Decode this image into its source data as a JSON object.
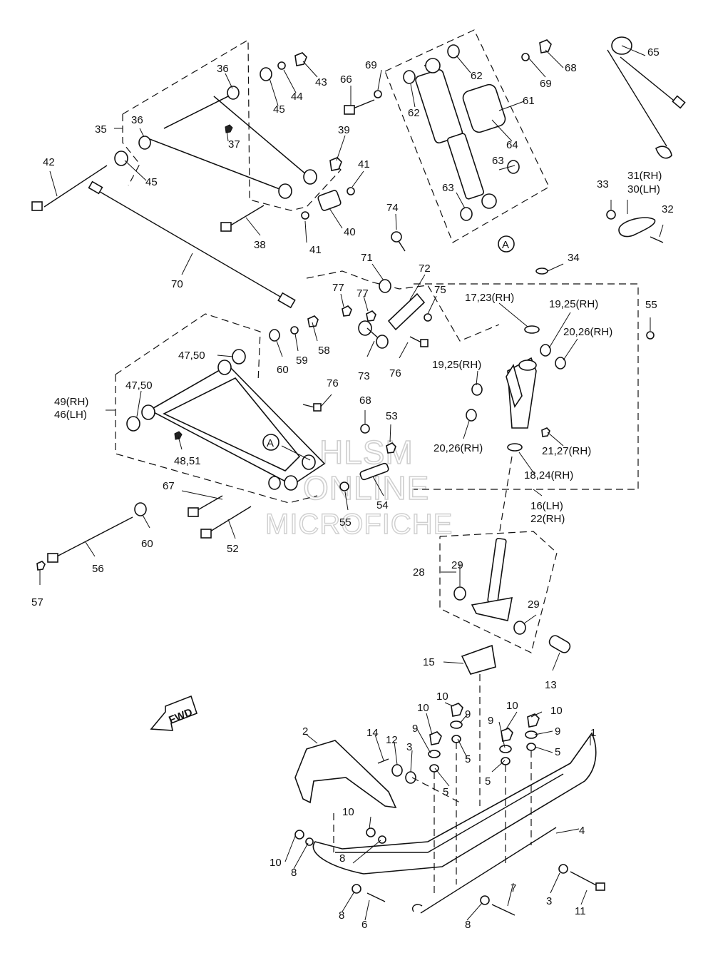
{
  "watermark": {
    "line1": "HLSM",
    "line2": "ONLINE",
    "line3": "MICROFICHE"
  },
  "fwd_label": "FWD",
  "callout_marker": "A",
  "labels": [
    {
      "id": "65",
      "text": "65"
    },
    {
      "id": "68a",
      "text": "68"
    },
    {
      "id": "69a",
      "text": "69"
    },
    {
      "id": "69b",
      "text": "69"
    },
    {
      "id": "66",
      "text": "66"
    },
    {
      "id": "62a",
      "text": "62"
    },
    {
      "id": "62b",
      "text": "62"
    },
    {
      "id": "61",
      "text": "61"
    },
    {
      "id": "64",
      "text": "64"
    },
    {
      "id": "63a",
      "text": "63"
    },
    {
      "id": "63b",
      "text": "63"
    },
    {
      "id": "43",
      "text": "43"
    },
    {
      "id": "44",
      "text": "44"
    },
    {
      "id": "45a",
      "text": "45"
    },
    {
      "id": "45b",
      "text": "45"
    },
    {
      "id": "36a",
      "text": "36"
    },
    {
      "id": "36b",
      "text": "36"
    },
    {
      "id": "35",
      "text": "35"
    },
    {
      "id": "37",
      "text": "37"
    },
    {
      "id": "39",
      "text": "39"
    },
    {
      "id": "41a",
      "text": "41"
    },
    {
      "id": "41b",
      "text": "41"
    },
    {
      "id": "40",
      "text": "40"
    },
    {
      "id": "38",
      "text": "38"
    },
    {
      "id": "42",
      "text": "42"
    },
    {
      "id": "70",
      "text": "70"
    },
    {
      "id": "74",
      "text": "74"
    },
    {
      "id": "71",
      "text": "71"
    },
    {
      "id": "72",
      "text": "72"
    },
    {
      "id": "75",
      "text": "75"
    },
    {
      "id": "77a",
      "text": "77"
    },
    {
      "id": "77b",
      "text": "77"
    },
    {
      "id": "58",
      "text": "58"
    },
    {
      "id": "59",
      "text": "59"
    },
    {
      "id": "60a",
      "text": "60"
    },
    {
      "id": "60b",
      "text": "60"
    },
    {
      "id": "4750a",
      "text": "47,50"
    },
    {
      "id": "4750b",
      "text": "47,50"
    },
    {
      "id": "49",
      "text": "49(RH)"
    },
    {
      "id": "46",
      "text": "46(LH)"
    },
    {
      "id": "76a",
      "text": "76"
    },
    {
      "id": "76b",
      "text": "76"
    },
    {
      "id": "73",
      "text": "73"
    },
    {
      "id": "68b",
      "text": "68"
    },
    {
      "id": "53",
      "text": "53"
    },
    {
      "id": "4851",
      "text": "48,51"
    },
    {
      "id": "67",
      "text": "67"
    },
    {
      "id": "54",
      "text": "54"
    },
    {
      "id": "55a",
      "text": "55"
    },
    {
      "id": "55b",
      "text": "55"
    },
    {
      "id": "52",
      "text": "52"
    },
    {
      "id": "56",
      "text": "56"
    },
    {
      "id": "57",
      "text": "57"
    },
    {
      "id": "33",
      "text": "33"
    },
    {
      "id": "31",
      "text": "31(RH)"
    },
    {
      "id": "30",
      "text": "30(LH)"
    },
    {
      "id": "32",
      "text": "32"
    },
    {
      "id": "34",
      "text": "34"
    },
    {
      "id": "1723",
      "text": "17,23(RH)"
    },
    {
      "id": "1925a",
      "text": "19,25(RH)"
    },
    {
      "id": "1925b",
      "text": "19,25(RH)"
    },
    {
      "id": "2026a",
      "text": "20,26(RH)"
    },
    {
      "id": "2026b",
      "text": "20,26(RH)"
    },
    {
      "id": "2127",
      "text": "21,27(RH)"
    },
    {
      "id": "1824",
      "text": "18,24(RH)"
    },
    {
      "id": "16",
      "text": "16(LH)"
    },
    {
      "id": "22",
      "text": "22(RH)"
    },
    {
      "id": "28",
      "text": "28"
    },
    {
      "id": "29a",
      "text": "29"
    },
    {
      "id": "29b",
      "text": "29"
    },
    {
      "id": "15",
      "text": "15"
    },
    {
      "id": "13",
      "text": "13"
    },
    {
      "id": "10a",
      "text": "10"
    },
    {
      "id": "10b",
      "text": "10"
    },
    {
      "id": "10c",
      "text": "10"
    },
    {
      "id": "10d",
      "text": "10"
    },
    {
      "id": "10e",
      "text": "10"
    },
    {
      "id": "10f",
      "text": "10"
    },
    {
      "id": "9a",
      "text": "9"
    },
    {
      "id": "9b",
      "text": "9"
    },
    {
      "id": "9c",
      "text": "9"
    },
    {
      "id": "9d",
      "text": "9"
    },
    {
      "id": "5a",
      "text": "5"
    },
    {
      "id": "5b",
      "text": "5"
    },
    {
      "id": "5c",
      "text": "5"
    },
    {
      "id": "5d",
      "text": "5"
    },
    {
      "id": "14",
      "text": "14"
    },
    {
      "id": "12",
      "text": "12"
    },
    {
      "id": "3a",
      "text": "3"
    },
    {
      "id": "3b",
      "text": "3"
    },
    {
      "id": "2",
      "text": "2"
    },
    {
      "id": "1",
      "text": "1"
    },
    {
      "id": "4",
      "text": "4"
    },
    {
      "id": "8a",
      "text": "8"
    },
    {
      "id": "8b",
      "text": "8"
    },
    {
      "id": "8c",
      "text": "8"
    },
    {
      "id": "8d",
      "text": "8"
    },
    {
      "id": "7",
      "text": "7"
    },
    {
      "id": "6",
      "text": "6"
    },
    {
      "id": "11",
      "text": "11"
    }
  ]
}
